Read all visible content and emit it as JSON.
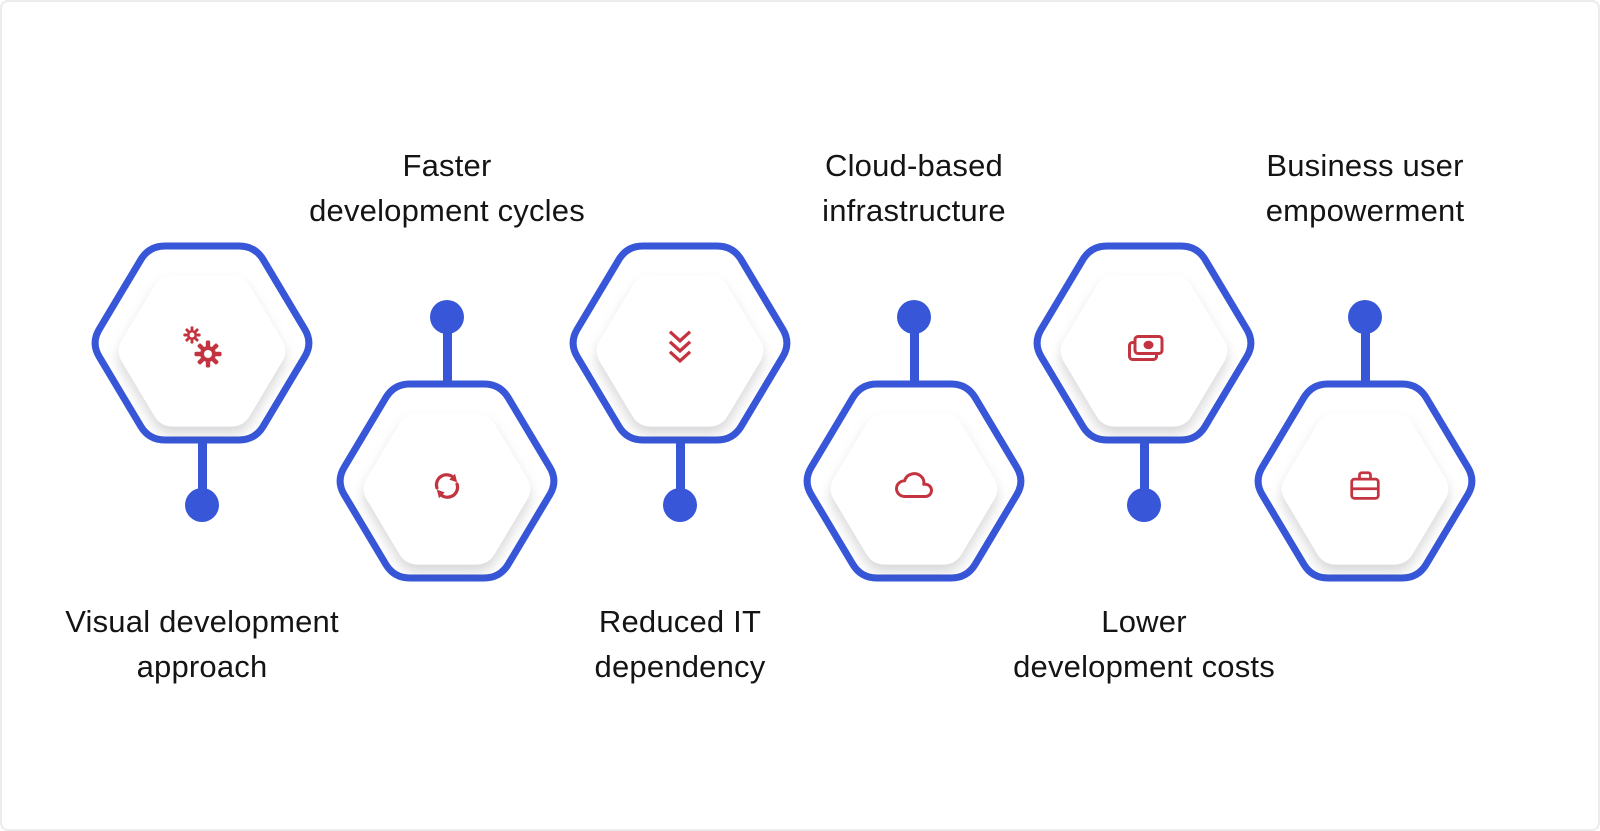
{
  "colors": {
    "accent_blue": "#3757d8",
    "icon_red": "#c43440",
    "text": "#141414",
    "canvas_border": "#ececec"
  },
  "items": [
    {
      "label_lines": [
        "Visual development",
        "approach"
      ],
      "icon": "gears-icon",
      "position": "up"
    },
    {
      "label_lines": [
        "Faster",
        "development cycles"
      ],
      "icon": "sync-arrows-icon",
      "position": "down"
    },
    {
      "label_lines": [
        "Reduced IT",
        "dependency"
      ],
      "icon": "triple-chevron-down-icon",
      "position": "up"
    },
    {
      "label_lines": [
        "Cloud-based",
        "infrastructure"
      ],
      "icon": "cloud-icon",
      "position": "down"
    },
    {
      "label_lines": [
        "Lower",
        "development costs"
      ],
      "icon": "banknote-icon",
      "position": "up"
    },
    {
      "label_lines": [
        "Business user",
        "empowerment"
      ],
      "icon": "briefcase-icon",
      "position": "down"
    }
  ]
}
